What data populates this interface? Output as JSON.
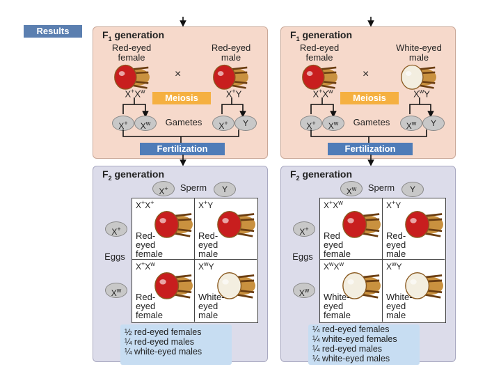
{
  "results_label": "Results",
  "colors": {
    "f1_bg": "#f6d9cb",
    "f2_bg": "#dcdcea",
    "meiosis": "#f5b041",
    "fertilization": "#4f7cb8",
    "summary_bg": "#c7ddf2"
  },
  "left": {
    "f1_title": "F1 generation",
    "female_label": "Red-eyed\nfemale",
    "male_label": "Red-eyed\nmale",
    "cross": "×",
    "female_genotype": "X+Xw",
    "male_genotype": "X+Y",
    "meiosis": "Meiosis",
    "gametes_label": "Gametes",
    "gametes": [
      "X+",
      "Xw",
      "X+",
      "Y"
    ],
    "fertilization": "Fertilization",
    "f2_title": "F2 generation",
    "sperm_label": "Sperm",
    "sperm": [
      "X+",
      "Y"
    ],
    "eggs_label": "Eggs",
    "eggs": [
      "X+",
      "Xw"
    ],
    "cells": [
      {
        "genotype": "X+X+",
        "phenotype": "Red-\neyed\nfemale",
        "eye": "red"
      },
      {
        "genotype": "X+Y",
        "phenotype": "Red-\neyed\nmale",
        "eye": "red"
      },
      {
        "genotype": "X+Xw",
        "phenotype": "Red-\neyed\nfemale",
        "eye": "red"
      },
      {
        "genotype": "XwY",
        "phenotype": "White-\neyed\nmale",
        "eye": "white"
      }
    ],
    "summary": [
      "½ red-eyed females",
      "¼ red-eyed males",
      "¼ white-eyed males"
    ]
  },
  "right": {
    "f1_title": "F1 generation",
    "female_label": "Red-eyed\nfemale",
    "male_label": "White-eyed\nmale",
    "cross": "×",
    "female_genotype": "X+Xw",
    "male_genotype": "XwY",
    "meiosis": "Meiosis",
    "gametes_label": "Gametes",
    "gametes": [
      "X+",
      "Xw",
      "Xw",
      "Y"
    ],
    "fertilization": "Fertilization",
    "f2_title": "F2 generation",
    "sperm_label": "Sperm",
    "sperm": [
      "Xw",
      "Y"
    ],
    "eggs_label": "Eggs",
    "eggs": [
      "X+",
      "Xw"
    ],
    "cells": [
      {
        "genotype": "X+Xw",
        "phenotype": "Red\neyed\nfemale",
        "eye": "red"
      },
      {
        "genotype": "X+Y",
        "phenotype": "Red-\neyed\nmale",
        "eye": "red"
      },
      {
        "genotype": "XwXw",
        "phenotype": "White-\neyed\nfemale",
        "eye": "white"
      },
      {
        "genotype": "XwY",
        "phenotype": "White-\neyed\nmale",
        "eye": "white"
      }
    ],
    "summary": [
      "¼ red-eyed females",
      "¼ white-eyed females",
      "¼ red-eyed males",
      "¼ white-eyed males"
    ]
  }
}
